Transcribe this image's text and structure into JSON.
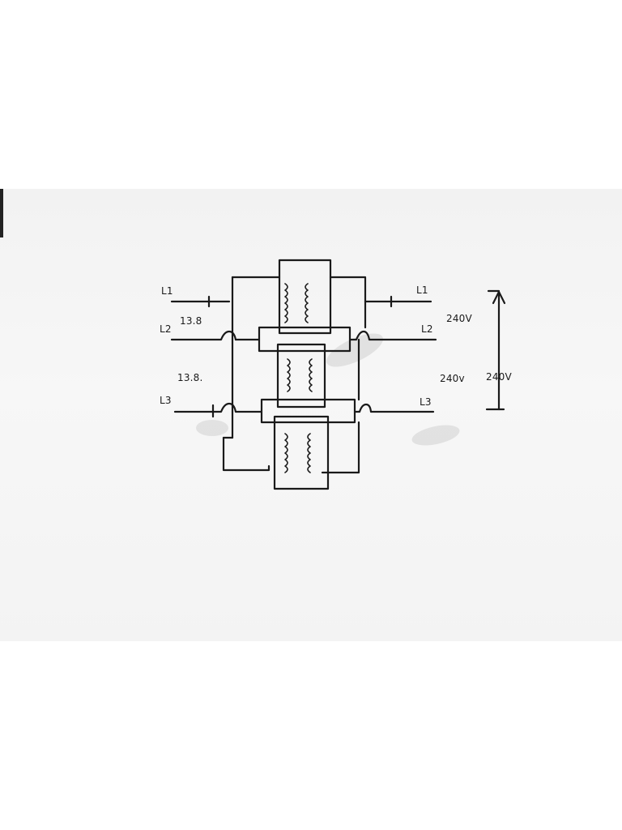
{
  "labels": {
    "left_l1": "L1",
    "left_l2": "L2",
    "left_l3": "L3",
    "right_l1": "L1",
    "right_l2": "L2",
    "right_l3": "L3",
    "left_voltage_top": "13.8",
    "left_voltage_mid": "13.8.",
    "right_voltage_top": "240V",
    "right_voltage_mid": "240v",
    "total_voltage": "240V"
  }
}
